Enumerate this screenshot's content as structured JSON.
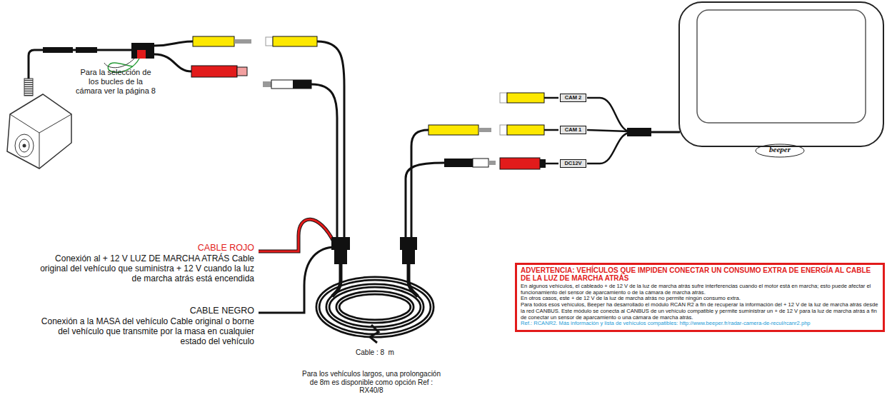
{
  "diagram": {
    "nodes": [
      {
        "text": [
          "CAM 2"
        ]
      },
      {
        "text": [
          "CAM 1"
        ]
      },
      {
        "text": [
          "DC12V"
        ]
      },
      {
        "text": [
          "ADVERTENCIA: VEHÍCULOS QUE IMPIDEN CONECTAR UN CONSUMO EXTRA DE ENERGÍA AL CABLE DE LA LUZ DE MARCHA ATRÁS",
          "En algunos vehículos, el cableado + de 12 V de la luz de marcha atrás sufre interferencias cuando el motor está en marcha; esto puede afectar el funcionamiento del sensor de aparcamiento o de la cámara de marcha atrás.",
          "En otros casos, este + de 12 V de la luz de marcha atrás no permite ningún consumo extra.",
          "Para todos esos vehículos, Beeper ha desarrollado el módulo RCAN R2 a fin de recuperar la información del + 12 V de la luz de marcha atrás desde la red CANBUS. Este módulo se conecta al CANBUS de un vehículo compatible y permite suministrar un + de 12 V para la luz de marcha atrás a fin de conectar un sensor de aparcamiento o una cámara de marcha atrás.",
          "Ref.: RCANR2. Más información y lista de vehículos compatibles: http://www.beeper.fr/radar-camera-de-recul/rcanr2.php"
        ]
      }
    ],
    "labels": [
      "Para la selección de los bucles de la cámara ver la página 8",
      "CABLE ROJO",
      "Conexión al + 12 V LUZ DE MARCHA ATRÁS Cable original del vehículo que suministra + 12 V cuando la luz de marcha atrás está encendida",
      "CABLE NEGRO",
      "Conexión a la MASA del vehículo Cable original o borne del vehículo que transmite por la masa en cualquier estado del vehículo",
      "Cable : 8  m",
      "Para los vehículos largos, una prolongación de 8m es disponible como opción Ref : RX40/8",
      "beeper"
    ]
  }
}
